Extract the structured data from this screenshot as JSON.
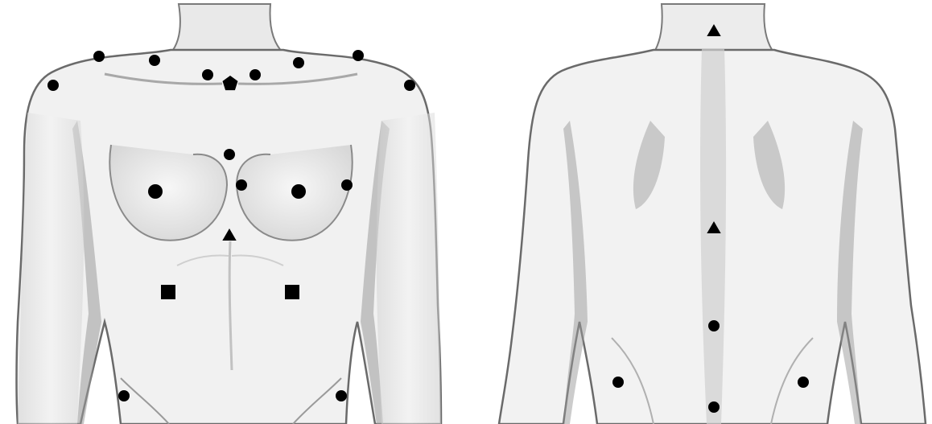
{
  "figure": {
    "background": "#ffffff",
    "skin_fill": "#f1f1f1",
    "outline": "#6a6a6a",
    "shading": "#bdbdbd",
    "marker_color": "#000000"
  },
  "panels": [
    {
      "view": "front",
      "markers": [
        {
          "shape": "circle"
        },
        {
          "shape": "circle"
        },
        {
          "shape": "circle"
        },
        {
          "shape": "circle"
        },
        {
          "shape": "circle"
        },
        {
          "shape": "circle"
        },
        {
          "shape": "circle"
        },
        {
          "shape": "circle"
        },
        {
          "shape": "pentagon"
        },
        {
          "shape": "circle"
        },
        {
          "shape": "circle"
        },
        {
          "shape": "circle"
        },
        {
          "shape": "circle"
        },
        {
          "shape": "circle"
        },
        {
          "shape": "triangle"
        },
        {
          "shape": "square"
        },
        {
          "shape": "square"
        },
        {
          "shape": "circle"
        },
        {
          "shape": "circle"
        }
      ]
    },
    {
      "view": "back",
      "markers": [
        {
          "shape": "triangle"
        },
        {
          "shape": "triangle"
        },
        {
          "shape": "circle"
        },
        {
          "shape": "circle"
        },
        {
          "shape": "circle"
        },
        {
          "shape": "circle"
        }
      ]
    }
  ]
}
